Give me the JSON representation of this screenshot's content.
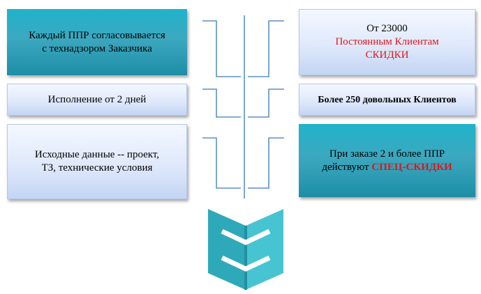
{
  "left_boxes": [
    {
      "line1": "Каждый ППР согласовывается",
      "line2": "с технадзором Заказчика"
    },
    {
      "line1": "Исполнение от 2 дней"
    },
    {
      "line1": "Исходные данные -- проект,",
      "line2": "ТЗ, технические условия"
    }
  ],
  "right_boxes": [
    {
      "line1": "От 23000",
      "line2": "Постоянным Клиентам",
      "line3": "СКИДКИ"
    },
    {
      "line1": "Более 250 довольных Клиентов"
    },
    {
      "line1": "При заказе 2 и более ППР",
      "line2_prefix": "действуют ",
      "line2_highlight": "СПЕЦ-СКИДКИ"
    }
  ],
  "colors": {
    "teal": "#2aa9c0",
    "light_blue": "#dfe9fb",
    "highlight_red": "#e3161b",
    "connector": "#5b8fc7",
    "book_teal": "#33b8c8"
  },
  "icons": {
    "book": "open-book-icon"
  }
}
